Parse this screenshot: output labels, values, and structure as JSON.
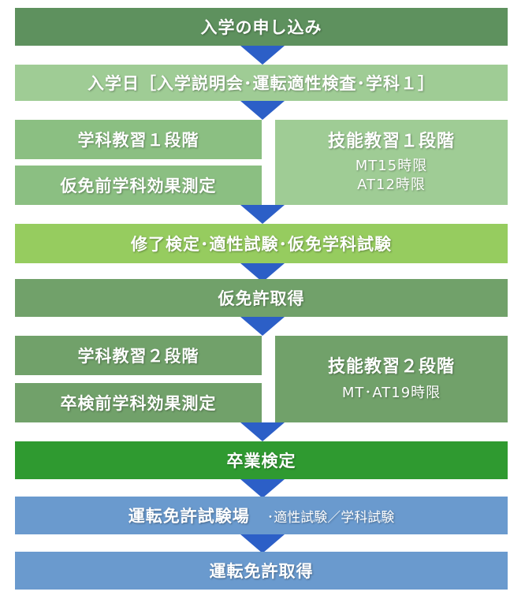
{
  "steps": {
    "application": "入学の申し込み",
    "entrance_day": "入学日［入学説明会･運転適性検査･学科１］",
    "academic_stage1": "学科教習１段階",
    "provisional_effect_test": "仮免前学科効果測定",
    "technical_stage1": {
      "title": "技能教習１段階",
      "mt": "MT15時限",
      "at": "AT12時限"
    },
    "completion_test": "修了検定･適性試験･仮免学科試験",
    "provisional_license": "仮免許取得",
    "academic_stage2": "学科教習２段階",
    "graduation_effect_test": "卒検前学科効果測定",
    "technical_stage2": {
      "title": "技能教習２段階",
      "hours": "MT･AT19時限"
    },
    "graduation_test": "卒業検定",
    "test_center": {
      "title": "運転免許試験場",
      "note": "･適性試験／学科試験"
    },
    "license_acquired": "運転免許取得"
  },
  "colors": {
    "dark_green": "#5e915e",
    "mid_green": "#71a16a",
    "light_green": "#8bbf82",
    "pale_green": "#9fcc95",
    "lime": "#96cc5f",
    "bright_green": "#2f9a30",
    "blue": "#6a9ace",
    "arrow": "#2c5fc7"
  }
}
